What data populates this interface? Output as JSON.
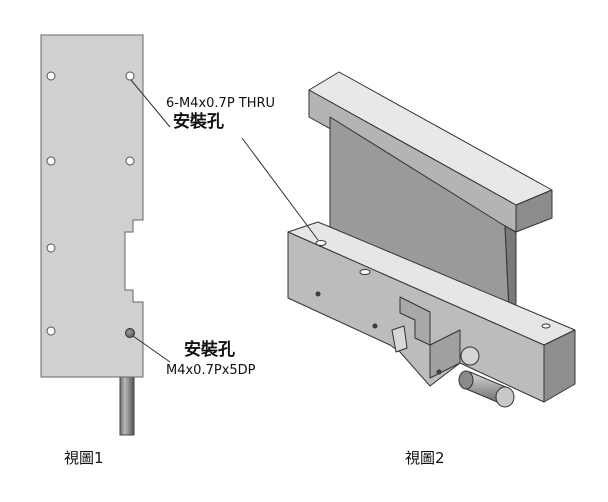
{
  "view1": {
    "caption": "視圖1",
    "hole_label_title": "安裝孔",
    "hole_label_spec": "M4x0.7Px5DP"
  },
  "view2": {
    "caption": "視圖2",
    "hole_label_spec": "6-M4x0.7P THRU",
    "hole_label_title": "安裝孔"
  }
}
